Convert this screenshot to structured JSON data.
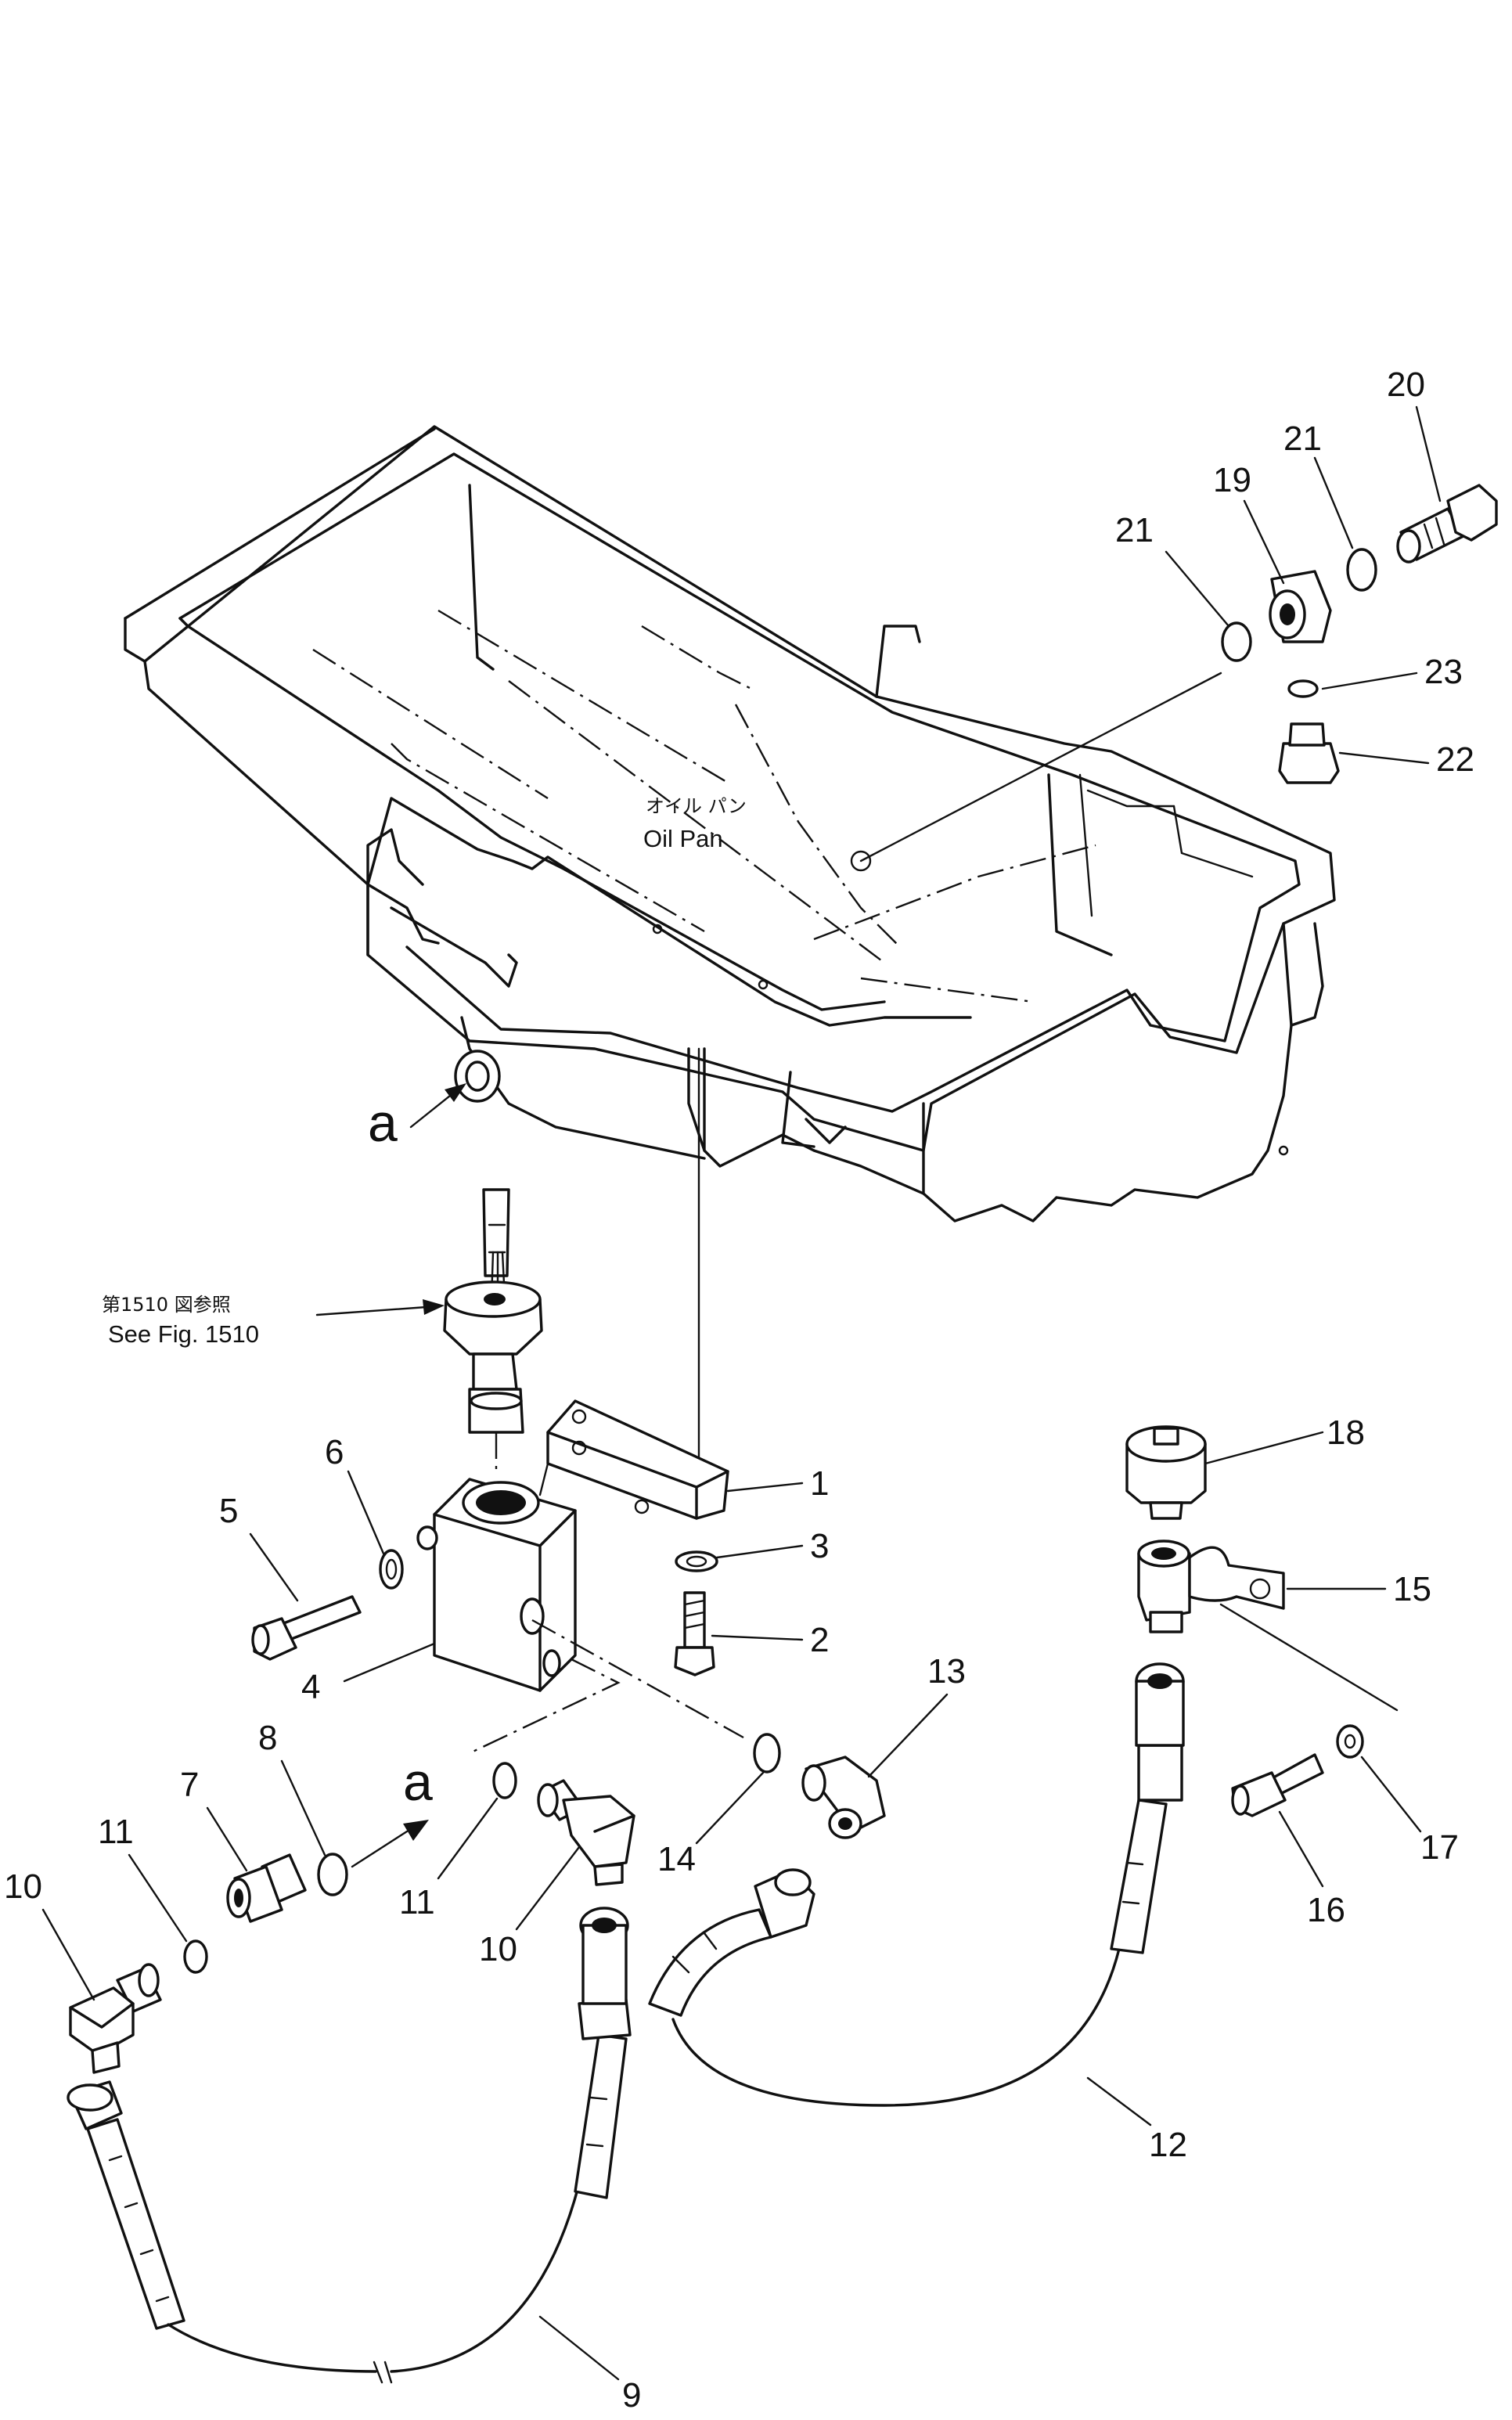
{
  "labels": {
    "oil_pan_jp": "オイル パン",
    "oil_pan_en": "Oil Pan",
    "see_fig_jp": "第1510 図参照",
    "see_fig_en": "See Fig. 1510",
    "view_a_top": "a",
    "view_a_mid": "a"
  },
  "callouts": {
    "c1": "1",
    "c2": "2",
    "c3": "3",
    "c4": "4",
    "c5": "5",
    "c6": "6",
    "c7": "7",
    "c8": "8",
    "c9": "9",
    "c10a": "10",
    "c10b": "10",
    "c11a": "11",
    "c11b": "11",
    "c12": "12",
    "c13": "13",
    "c14": "14",
    "c15": "15",
    "c16": "16",
    "c17": "17",
    "c18": "18",
    "c19": "19",
    "c20": "20",
    "c21a": "21",
    "c21b": "21",
    "c22": "22",
    "c23": "23"
  }
}
